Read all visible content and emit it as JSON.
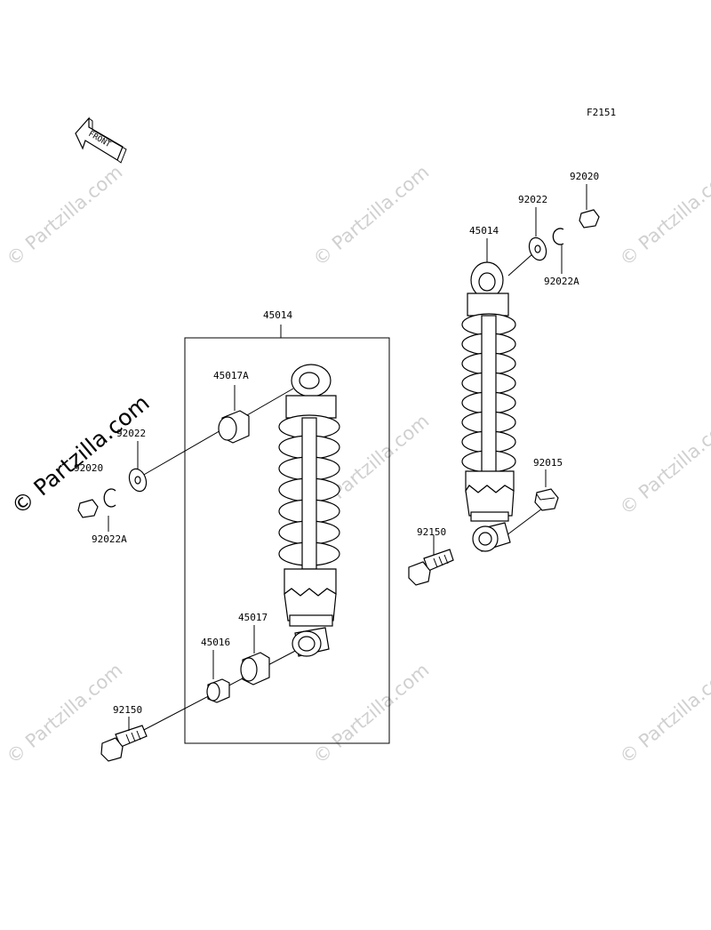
{
  "figure_code": "F2151",
  "front_arrow_text": "FRONT",
  "watermark_text": "© Partzilla.com",
  "left_assembly": {
    "label_45014": "45014",
    "label_45017A": "45017A",
    "label_92022": "92022",
    "label_92020": "92020",
    "label_92022A": "92022A",
    "label_45017": "45017",
    "label_45016": "45016",
    "label_92150": "92150"
  },
  "right_assembly": {
    "label_92020": "92020",
    "label_92022": "92022",
    "label_45014": "45014",
    "label_92022A": "92022A",
    "label_92015": "92015",
    "label_92150": "92150"
  }
}
